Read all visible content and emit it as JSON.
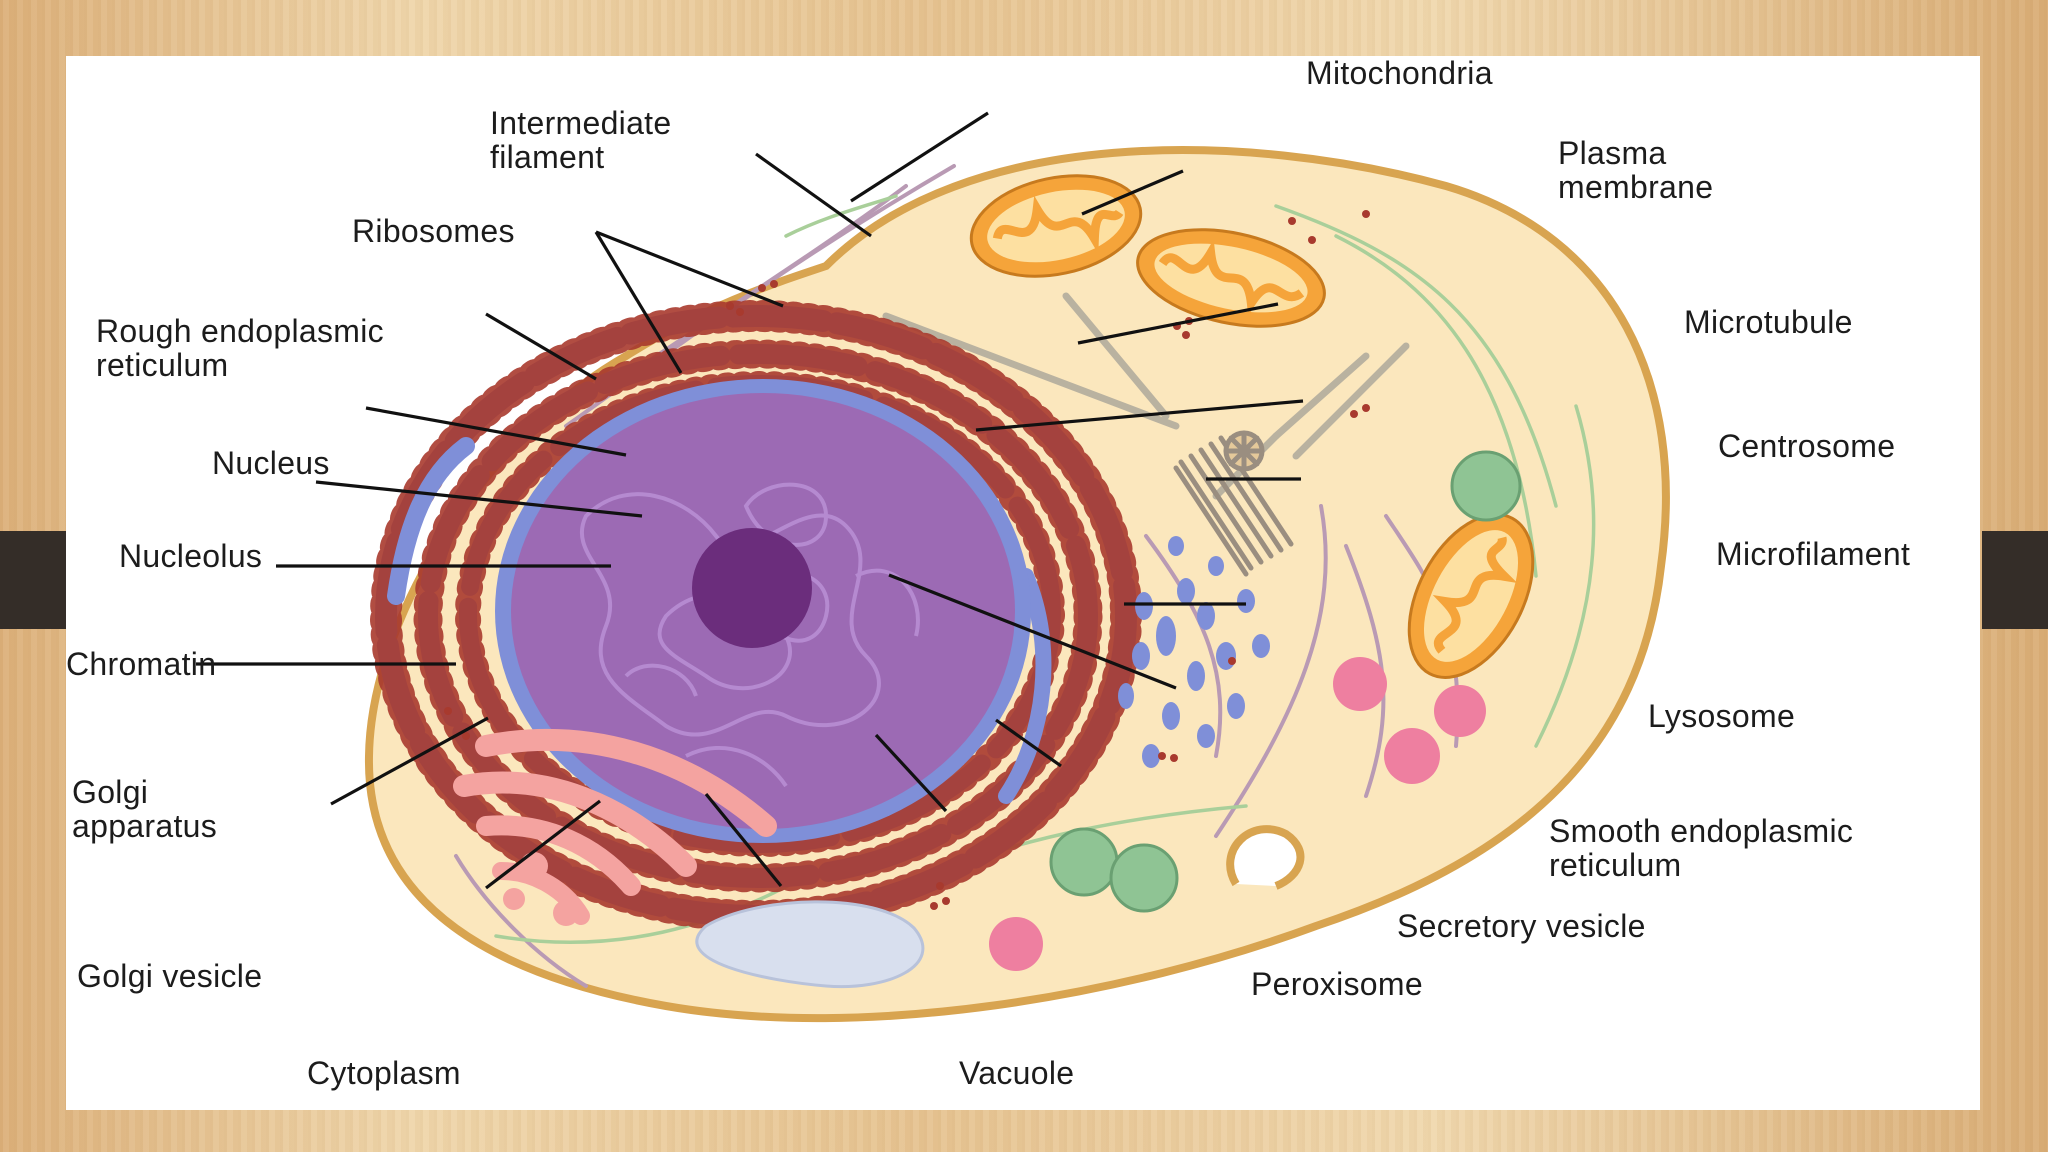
{
  "labels": {
    "intermediate_filament": "Intermediate\nfilament",
    "ribosomes": "Ribosomes",
    "rough_er": "Rough endoplasmic\nreticulum",
    "nucleus": "Nucleus",
    "nucleolus": "Nucleolus",
    "chromatin": "Chromatin",
    "golgi_apparatus": "Golgi\napparatus",
    "golgi_vesicle": "Golgi vesicle",
    "cytoplasm": "Cytoplasm",
    "vacuole": "Vacuole",
    "peroxisome": "Peroxisome",
    "secretory_vesicle": "Secretory vesicle",
    "smooth_er": "Smooth endoplasmic\nreticulum",
    "lysosome": "Lysosome",
    "microfilament": "Microfilament",
    "centrosome": "Centrosome",
    "microtubule": "Microtubule",
    "plasma_membrane": "Plasma\nmembrane",
    "mitochondria": "Mitochondria"
  },
  "colors": {
    "cytoplasm": "#fbe7bd",
    "membrane": "#d8a450",
    "rough_er": "#7f8fd8",
    "ribosome_dots": "#a83a2e",
    "nucleus": "#9c6ab4",
    "nucleolus": "#6b2d7c",
    "mitochondria": "#f5a43a",
    "golgi": "#f4a3a0",
    "lysosome": "#ee7fa0",
    "peroxisome": "#8fc494",
    "vacuole": "#d8dfee"
  }
}
